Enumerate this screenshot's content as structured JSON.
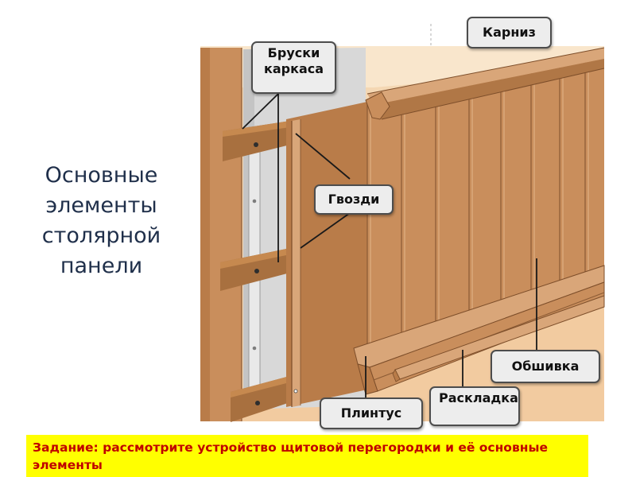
{
  "title": "Основные элементы столярной панели",
  "labels": {
    "karniz": "Карниз",
    "bruski": "Бруски каркаса",
    "gvozdi": "Гвозди",
    "obshivka": "Обшивка",
    "raskladka": "Раскладка",
    "plintus": "Плинтус"
  },
  "task": "Задание: рассмотрите устройство щитовой перегородки и её основные элементы",
  "colors": {
    "title_text": "#1f2f4a",
    "task_background": "#ffff00",
    "task_text": "#c00000",
    "wood": "#c98e5c",
    "wood_light": "#d9a679",
    "wood_dark": "#8a5a34",
    "label_fill": "#ededed"
  }
}
